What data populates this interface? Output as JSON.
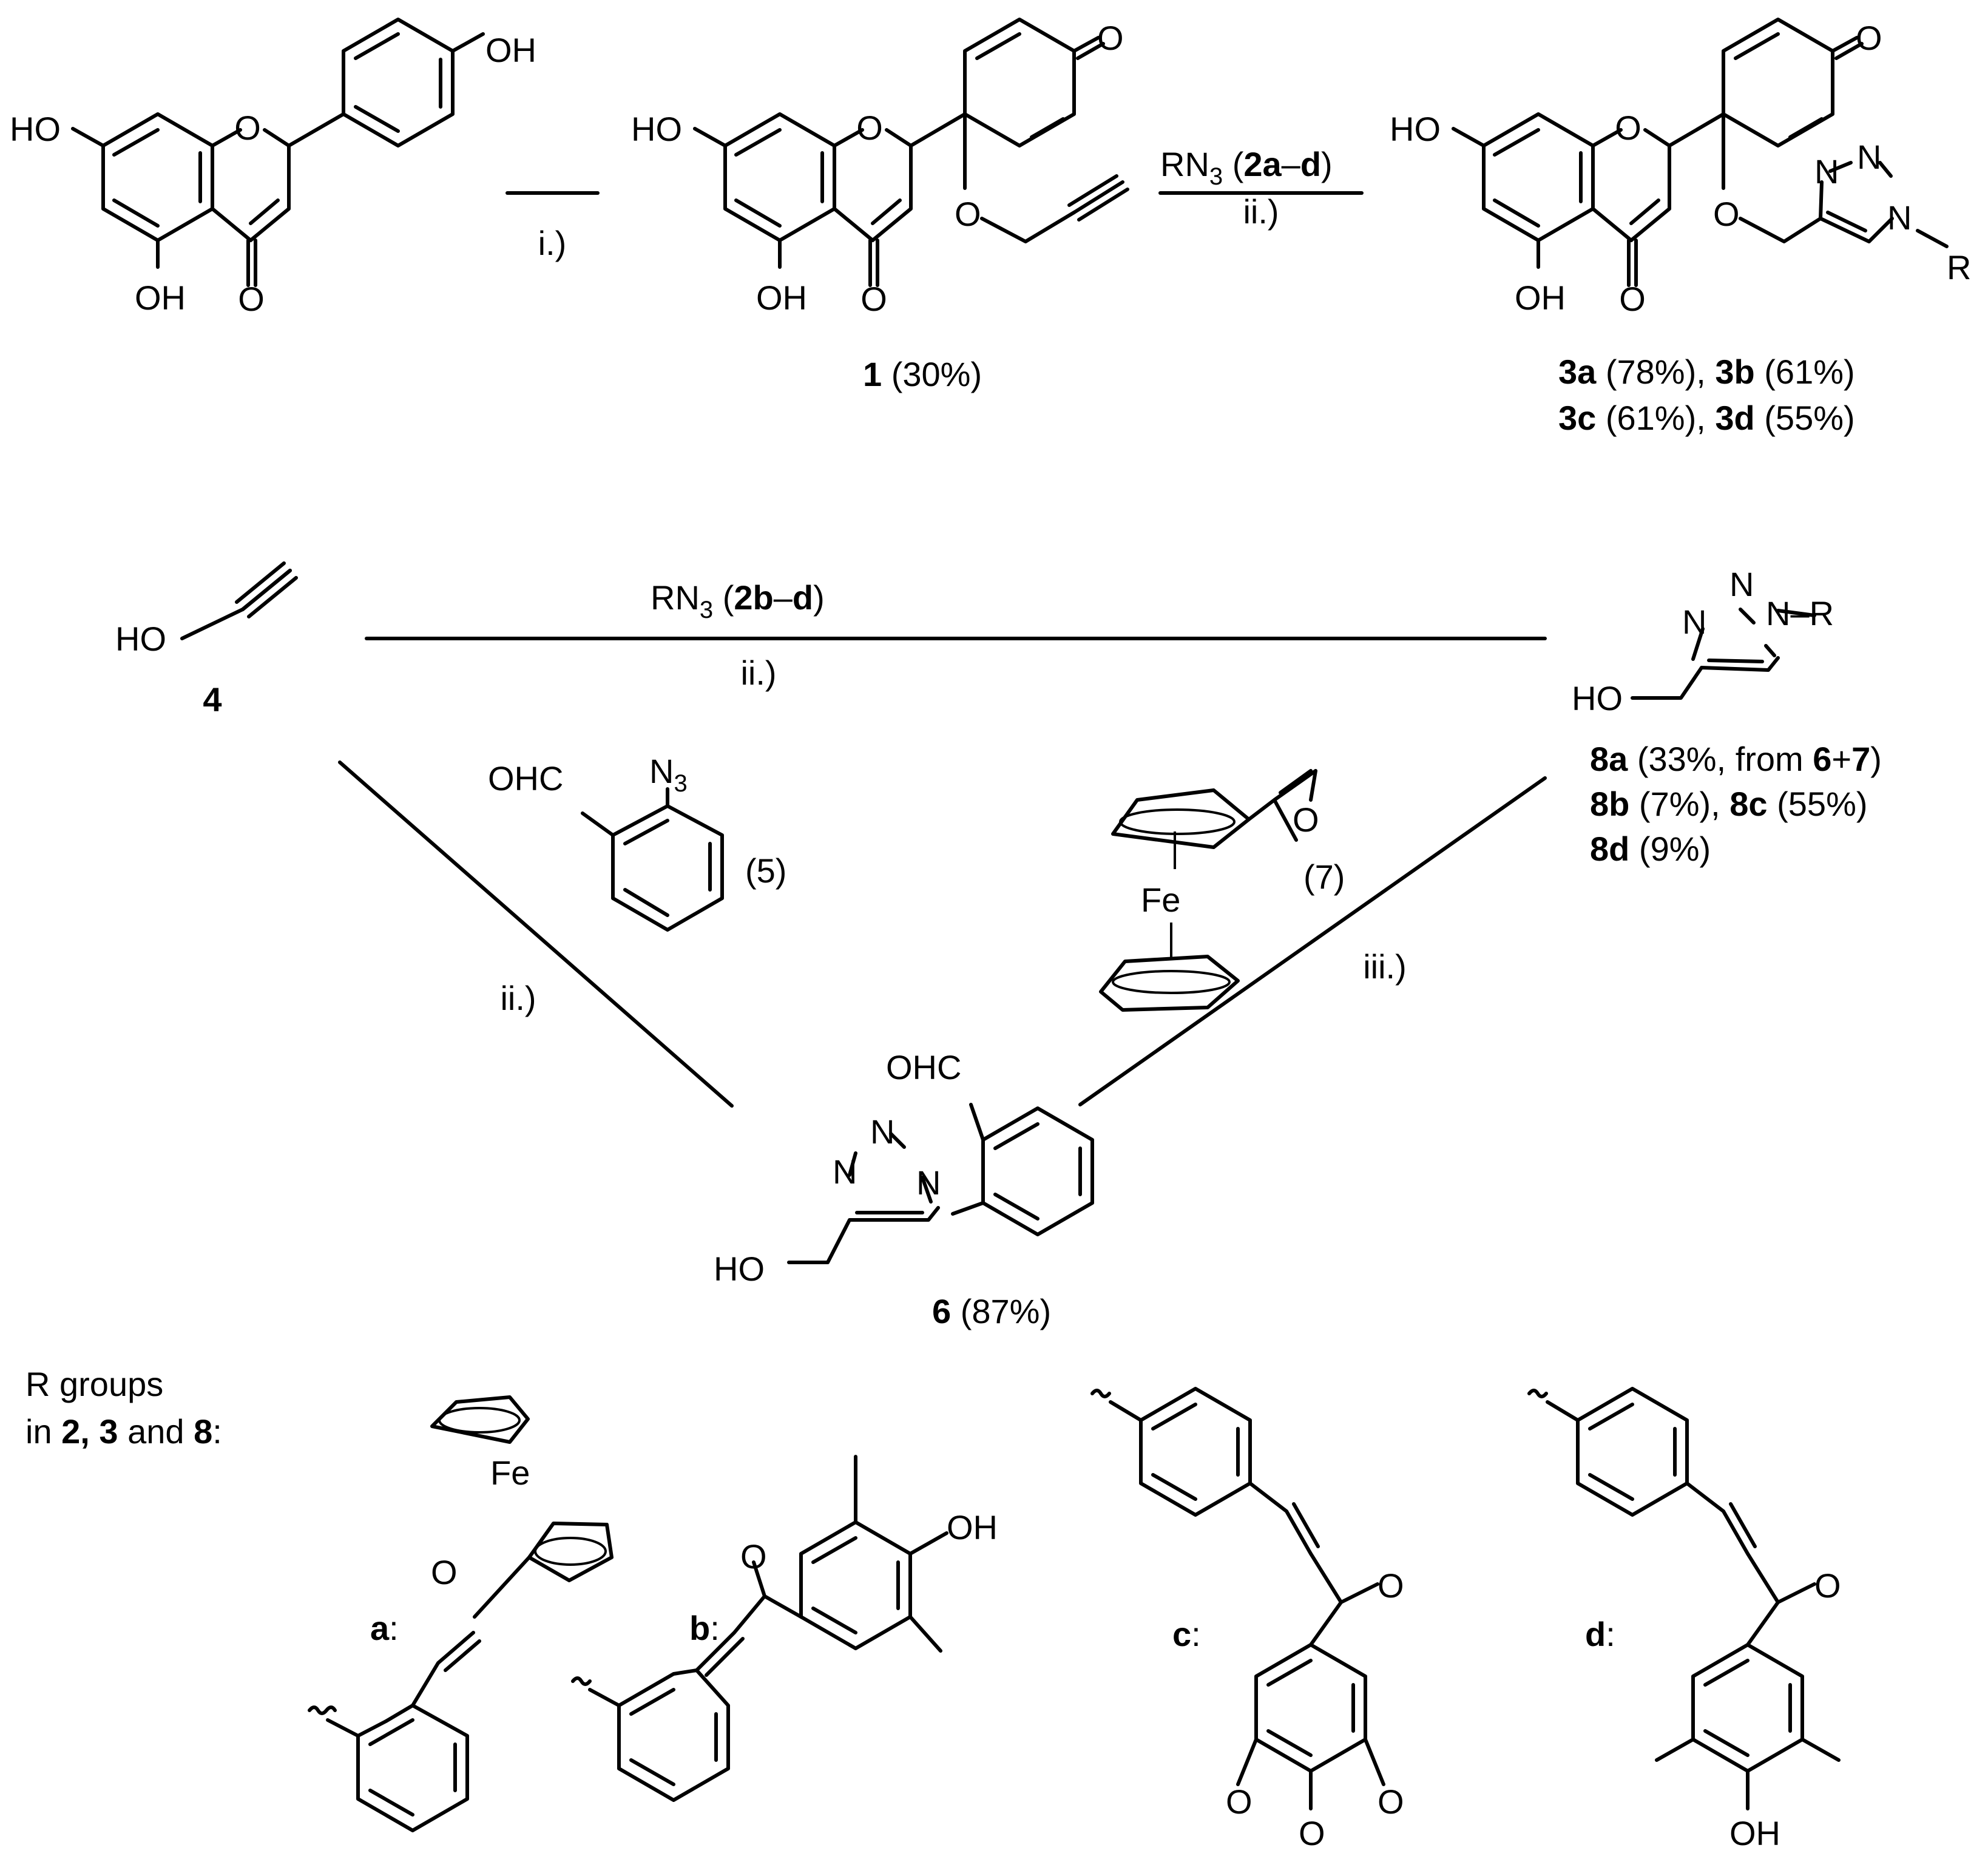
{
  "top_row": {
    "step_i": "i.)",
    "reagent_a": "RN",
    "reagent_a_sub": "3",
    "reagent_a_open": " (",
    "reagent_a_bold": "2a",
    "reagent_a_dash": "–",
    "reagent_a_bold2": "d",
    "reagent_a_close": ")",
    "step_ii": "ii.)",
    "cmpd1_num": "1",
    "cmpd1_yield": " (30%)",
    "p3_line1": [
      {
        "t": "3a",
        "b": true
      },
      {
        "t": " (78%), ",
        "b": false
      },
      {
        "t": "3b",
        "b": true
      },
      {
        "t": " (61%)",
        "b": false
      }
    ],
    "p3_line2": [
      {
        "t": "3c",
        "b": true
      },
      {
        "t": " (61%), ",
        "b": false
      },
      {
        "t": "3d",
        "b": true
      },
      {
        "t": " (55%)",
        "b": false
      }
    ]
  },
  "atoms": {
    "HO": "HO",
    "OH": "OH",
    "O": "O",
    "N": "N",
    "N_R": "N–R",
    "R": "R",
    "OHC": "OHC",
    "Fe": "Fe"
  },
  "middle": {
    "cmpd4": "4",
    "reagent_b": "RN",
    "reagent_b_sub": "3",
    "reagent_b_open": " (",
    "reagent_b_bold": "2b",
    "reagent_b_dash": "–",
    "reagent_b_bold2": "d",
    "reagent_b_close": ")",
    "step_ii_a": "ii.)",
    "step_ii_b": "ii.)",
    "step_iii": "iii.)",
    "azide_N": "N",
    "azide_sub": "3",
    "cmpd5": "(5)",
    "cmpd7": "(7)",
    "cmpd6_num": "6",
    "cmpd6_yield": " (87%)",
    "p8_line1": [
      {
        "t": "8a",
        "b": true
      },
      {
        "t": " (33%, from ",
        "b": false
      },
      {
        "t": "6",
        "b": true
      },
      {
        "t": "+",
        "b": false
      },
      {
        "t": "7",
        "b": true
      },
      {
        "t": ")",
        "b": false
      }
    ],
    "p8_line2": [
      {
        "t": "8b",
        "b": true
      },
      {
        "t": " (7%), ",
        "b": false
      },
      {
        "t": "8c",
        "b": true
      },
      {
        "t": " (55%)",
        "b": false
      }
    ],
    "p8_line3": [
      {
        "t": "8d",
        "b": true
      },
      {
        "t": " (9%)",
        "b": false
      }
    ]
  },
  "r_groups": {
    "title1": "R groups",
    "title2": [
      {
        "t": "in ",
        "b": false
      },
      {
        "t": "2, 3",
        "b": true
      },
      {
        "t": " and ",
        "b": false
      },
      {
        "t": "8",
        "b": true
      },
      {
        "t": ":",
        "b": false
      }
    ],
    "a": "a",
    "b": "b",
    "c": "c",
    "d": "d",
    "colon": ":"
  },
  "colors": {
    "ink": "#000000",
    "background": "#ffffff"
  }
}
